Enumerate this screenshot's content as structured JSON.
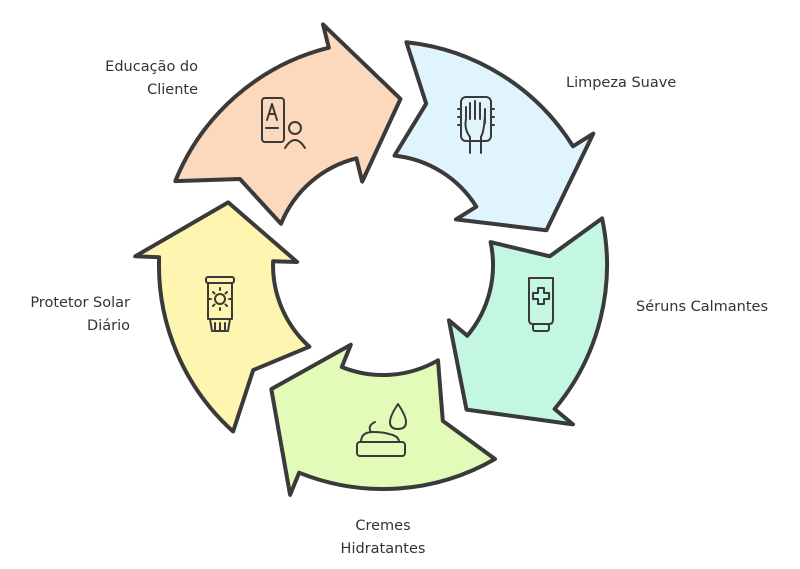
{
  "title": "Ciclo de cuidados com a pele",
  "steps": [
    {
      "label_lines": [
        "Educação do",
        "Cliente"
      ],
      "icon": "student-teacher-icon",
      "color": "#fcd9bd"
    },
    {
      "label_lines": [
        "Limpeza Suave"
      ],
      "icon": "hand-cleansing-icon",
      "color": "#dff4fc"
    },
    {
      "label_lines": [
        "Séruns Calmantes"
      ],
      "icon": "serum-tube-cross-icon",
      "color": "#c4f7e2"
    },
    {
      "label_lines": [
        "Cremes",
        "Hidratantes"
      ],
      "icon": "cream-jar-drop-icon",
      "color": "#e2fbb9"
    },
    {
      "label_lines": [
        "Protetor Solar",
        "Diário"
      ],
      "icon": "sunscreen-tube-icon",
      "color": "#fdf5b0"
    }
  ],
  "stroke_color": "#3a3a3a"
}
